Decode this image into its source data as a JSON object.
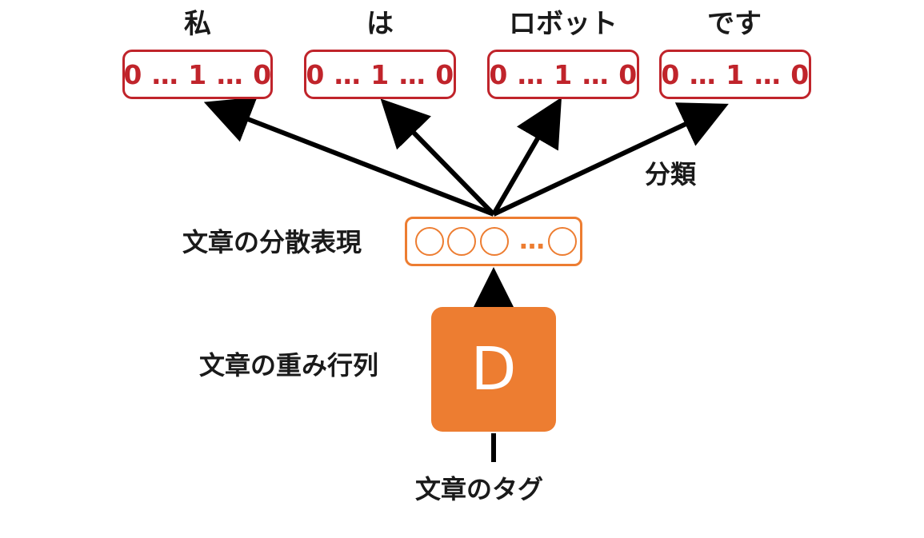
{
  "tokens": [
    {
      "word": "私",
      "onehot": "0 … 1 … 0"
    },
    {
      "word": "は",
      "onehot": "0 … 1 … 0"
    },
    {
      "word": "ロボット",
      "onehot": "0 … 1 … 0"
    },
    {
      "word": "です",
      "onehot": "0 … 1 … 0"
    }
  ],
  "labels": {
    "classification": "分類",
    "doc_vector": "文章の分散表現",
    "doc_matrix": "文章の重み行列",
    "doc_tag": "文章のタグ"
  },
  "vector": {
    "ellipsis": "…"
  },
  "matrix_block": {
    "letter": "D"
  },
  "colors": {
    "onehot_border": "#c0242b",
    "onehot_text": "#c0242b",
    "vector_border": "#ed7d31",
    "matrix_fill": "#ed7d31",
    "arrow": "#000000"
  }
}
